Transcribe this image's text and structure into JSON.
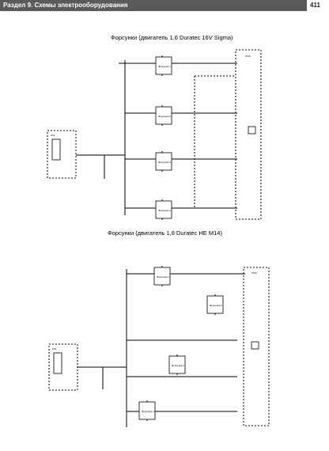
{
  "header": {
    "section_title": "Раздел 9. Схемы электрооборудования",
    "page_number": "411"
  },
  "diagram1": {
    "title": "Форсунки (двигатель 1,6 Duratec 16V Sigma)",
    "ecu_label": "PCM",
    "relay_label": "FS1",
    "injectors": [
      "Форсунка 1",
      "Форсунка 2",
      "Форсунка 3",
      "Форсунка 4"
    ]
  },
  "diagram2": {
    "title": "Форсунки (двигатель 1,8 Duratec HE M14)",
    "ecu_label": "PCM",
    "relay_label": "FS1",
    "injectors": [
      "Форсунка 1",
      "Форсунка 2",
      "Форсунка 3",
      "Форсунка 4"
    ]
  }
}
